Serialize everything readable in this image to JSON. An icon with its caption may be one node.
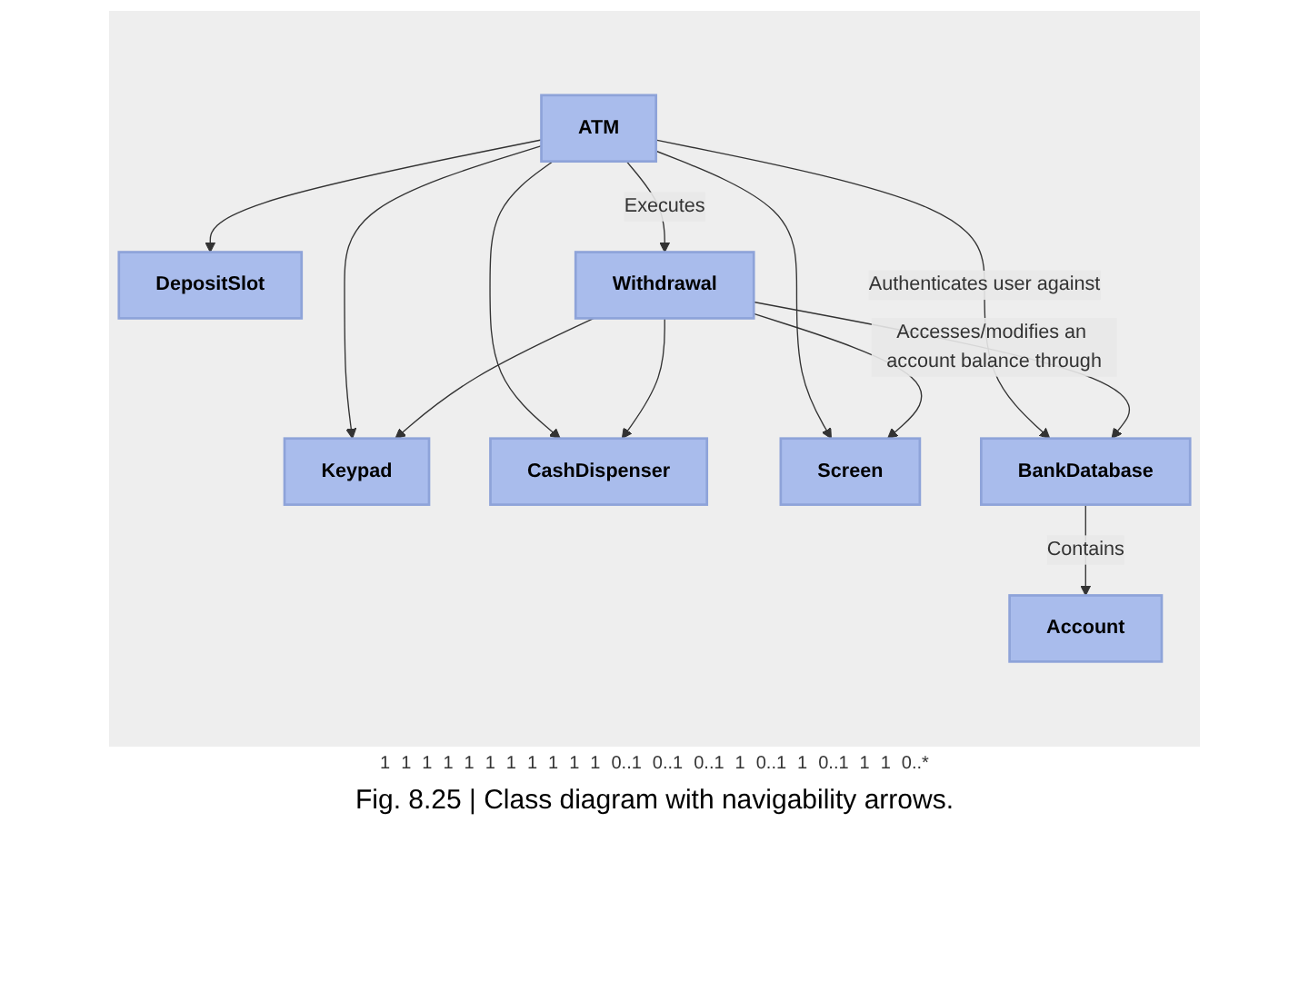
{
  "diagram": {
    "caption": "Fig. 8.25 | Class diagram with navigability arrows.",
    "nodes": [
      {
        "text": [
          "Keypad"
        ]
      },
      {
        "text": [
          "CashDispenser"
        ]
      },
      {
        "text": [
          "DepositSlot"
        ]
      },
      {
        "text": [
          "Screen"
        ]
      },
      {
        "text": [
          "ATM"
        ]
      },
      {
        "text": [
          "Withdrawal"
        ]
      },
      {
        "text": [
          "BankDatabase"
        ]
      },
      {
        "text": [
          "Account"
        ]
      }
    ],
    "edges": [
      {
        "from": 4,
        "to": 0,
        "arrow": "to"
      },
      {
        "from": 4,
        "to": 2,
        "arrow": "to"
      },
      {
        "from": 4,
        "to": 1,
        "arrow": "to"
      },
      {
        "from": 4,
        "to": 3,
        "arrow": "to"
      },
      {
        "from": 4,
        "to": 5,
        "arrow": "to",
        "label": "Executes"
      },
      {
        "from": 4,
        "to": 6,
        "arrow": "to",
        "label": "Authenticates user against"
      },
      {
        "from": 5,
        "to": 3,
        "arrow": "to"
      },
      {
        "from": 5,
        "to": 1,
        "arrow": "to"
      },
      {
        "from": 5,
        "to": 0,
        "arrow": "to"
      },
      {
        "from": 5,
        "to": 6,
        "arrow": "to",
        "label": "Accesses/modifies an account balance through"
      },
      {
        "from": 6,
        "to": 7,
        "arrow": "to",
        "label": "Contains"
      }
    ],
    "labels": [
      "1",
      "1",
      "1",
      "1",
      "1",
      "1",
      "1",
      "1",
      "1",
      "1",
      "1",
      "0..1",
      "0..1",
      "0..1",
      "1",
      "0..1",
      "1",
      "0..1",
      "1",
      "1",
      "0..*"
    ]
  }
}
